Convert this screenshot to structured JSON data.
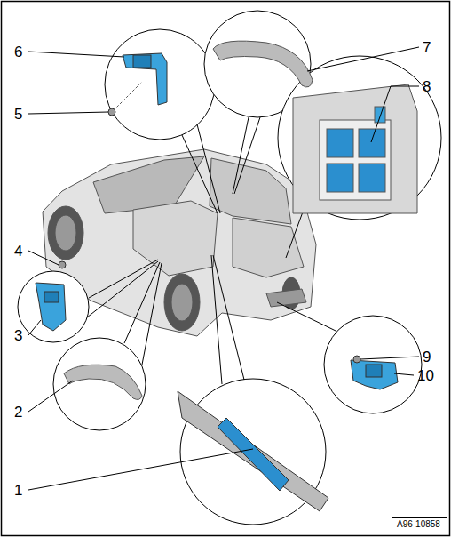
{
  "diagram": {
    "nodes": [
      {
        "text": [
          "A96-10858"
        ]
      }
    ],
    "labels": [
      "6",
      "7",
      "5",
      "8",
      "4",
      "3",
      "9",
      "10",
      "2",
      "1"
    ]
  }
}
